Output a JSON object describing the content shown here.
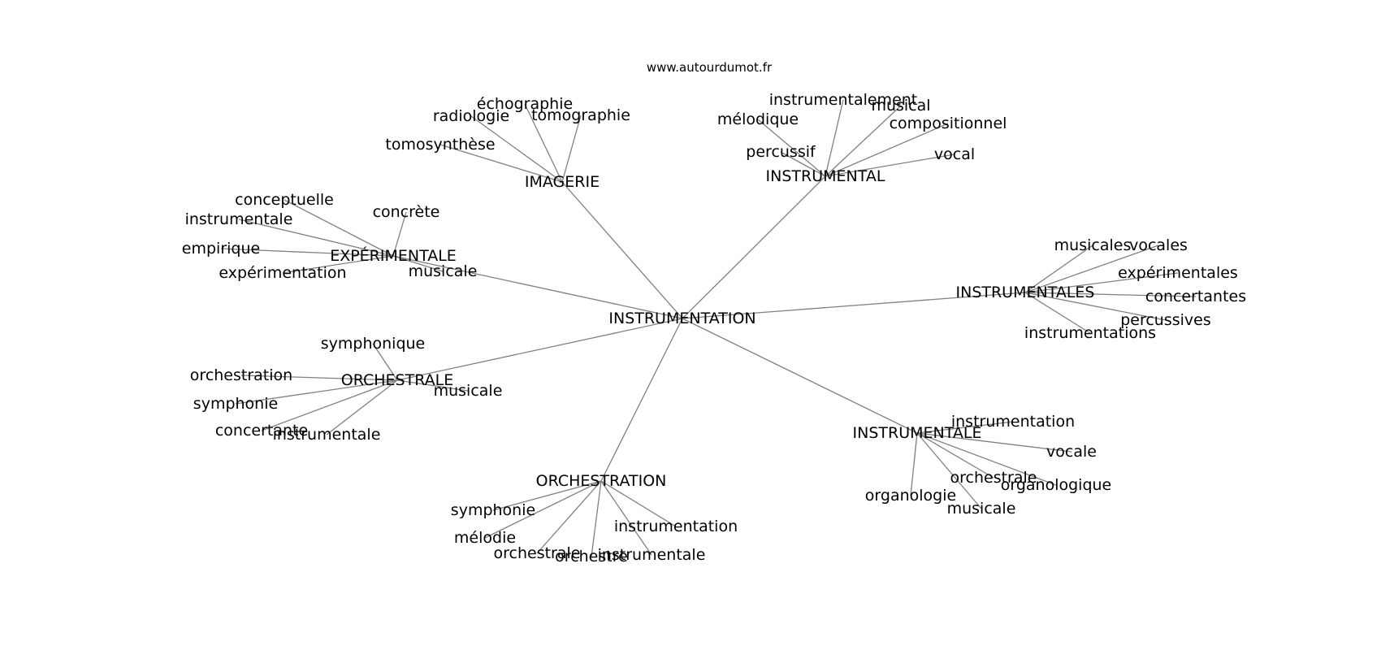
{
  "source_credit": "www.autourdumot.fr",
  "center": {
    "label": "INSTRUMENTATION"
  },
  "hubs": [
    {
      "label": "IMAGERIE",
      "leaves": [
        "échographie",
        "radiologie",
        "tomographie",
        "tomosynthèse"
      ]
    },
    {
      "label": "INSTRUMENTAL",
      "leaves": [
        "instrumentalement",
        "musical",
        "mélodique",
        "compositionnel",
        "percussif",
        "vocal"
      ]
    },
    {
      "label": "EXPÉRIMENTALE",
      "leaves": [
        "conceptuelle",
        "concrète",
        "instrumentale",
        "empirique",
        "expérimentation",
        "musicale"
      ]
    },
    {
      "label": "INSTRUMENTALES",
      "leaves": [
        "musicales",
        "vocales",
        "expérimentales",
        "concertantes",
        "percussives",
        "instrumentations"
      ]
    },
    {
      "label": "ORCHESTRALE",
      "leaves": [
        "symphonique",
        "orchestration",
        "musicale",
        "symphonie",
        "concertante",
        "instrumentale"
      ]
    },
    {
      "label": "INSTRUMENTALE",
      "leaves": [
        "instrumentation",
        "vocale",
        "orchestrale",
        "organologique",
        "organologie",
        "musicale"
      ]
    },
    {
      "label": "ORCHESTRATION",
      "leaves": [
        "symphonie",
        "mélodie",
        "instrumentation",
        "orchestrale",
        "orchestre",
        "instrumentale"
      ]
    }
  ]
}
